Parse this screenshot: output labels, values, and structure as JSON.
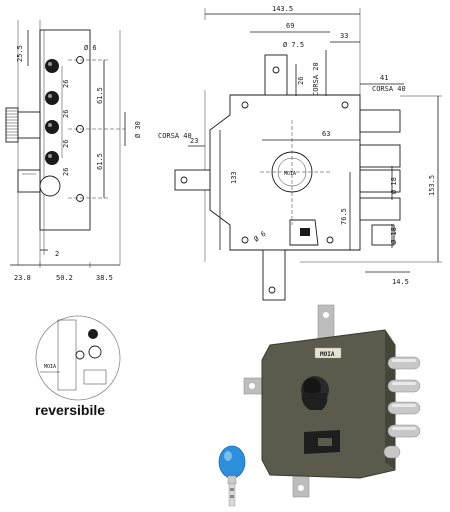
{
  "front_view": {
    "dims": {
      "top_offset": "25.5",
      "hole_dia": "Ø 6",
      "pitch_1": "26",
      "pitch_2": "26",
      "pitch_3": "26",
      "pitch_4": "26",
      "span_upper": "61.5",
      "span_lower": "61.5",
      "bolt_dia": "Ø 30",
      "offset": "2",
      "bottom_left": "23.8",
      "bottom_mid": "50.2",
      "bottom_right": "38.5"
    }
  },
  "side_view": {
    "dims": {
      "total_width": "143.5",
      "width_69": "69",
      "width_33": "33",
      "hole_top": "Ø 7.5",
      "corsa_top": "CORSA 20",
      "height_26": "26",
      "width_41": "41",
      "corsa_right": "CORSA 40",
      "corsa_left": "CORSA 40",
      "left_23": "23",
      "width_63": "63",
      "height_133": "133",
      "bolt_dia_right": "Ø 18",
      "bolt_dia_lower": "Ø 18",
      "total_height": "153.5",
      "height_76_5": "76.5",
      "hole_bottom": "Ø 6",
      "width_14_5": "14.5",
      "brand_logo": "MOIA"
    }
  },
  "reversible": {
    "label": "reversibile",
    "inset_text": "MOIA"
  },
  "photo": {
    "body_color": "#5b5a4c",
    "bolt_color": "#c8c8c8",
    "key_color": "#2d8fdc",
    "logo": "MOIA"
  }
}
